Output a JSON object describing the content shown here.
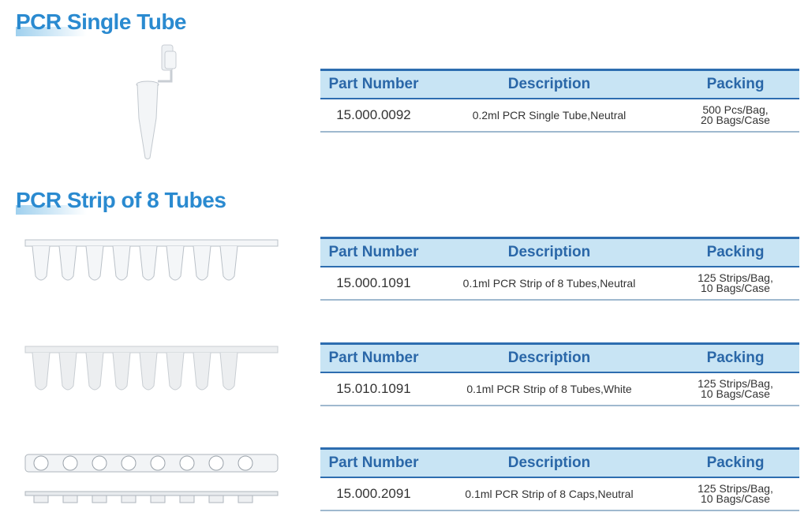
{
  "sections": [
    {
      "title": "PCR Single Tube"
    },
    {
      "title": "PCR Strip of 8 Tubes"
    }
  ],
  "header": {
    "part": "Part Number",
    "desc": "Description",
    "pack": "Packing"
  },
  "rows": [
    {
      "part": "15.000.0092",
      "desc": "0.2ml PCR Single Tube,Neutral",
      "pack1": "500 Pcs/Bag,",
      "pack2": "20 Bags/Case"
    },
    {
      "part": "15.000.1091",
      "desc": "0.1ml PCR Strip of 8 Tubes,Neutral",
      "pack1": "125 Strips/Bag,",
      "pack2": "10 Bags/Case"
    },
    {
      "part": "15.010.1091",
      "desc": "0.1ml PCR Strip of 8 Tubes,White",
      "pack1": "125 Strips/Bag,",
      "pack2": "10 Bags/Case"
    },
    {
      "part": "15.000.2091",
      "desc": "0.1ml PCR Strip of 8 Caps,Neutral",
      "pack1": "125 Strips/Bag,",
      "pack2": "10 Bags/Case"
    }
  ]
}
